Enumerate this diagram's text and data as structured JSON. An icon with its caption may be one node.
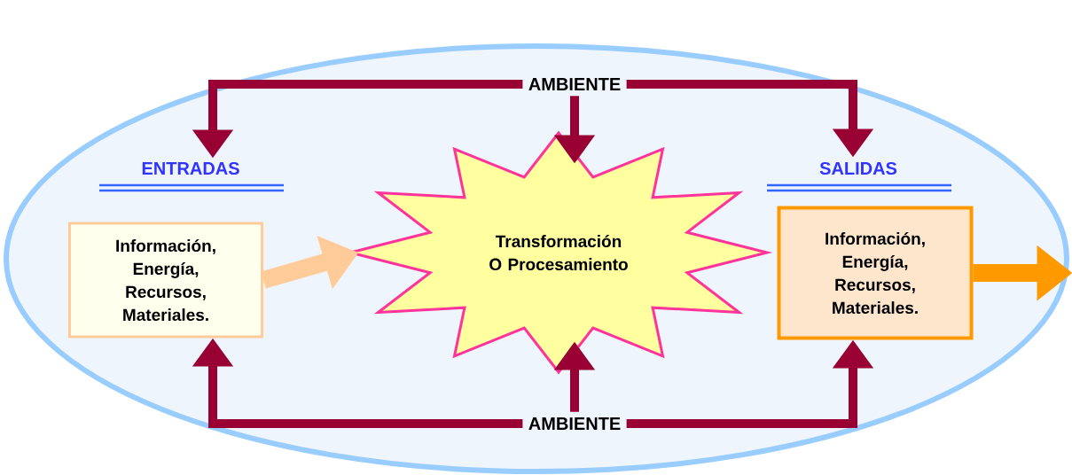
{
  "diagram": {
    "nodes": [
      {
        "text": [
          "AMBIENTE"
        ]
      },
      {
        "text": [
          "ENTRADAS",
          "Información, Energía, Recursos, Materiales."
        ]
      },
      {
        "text": [
          "Transformación O Procesamiento"
        ]
      },
      {
        "text": [
          "SALIDAS",
          "Información, Energía, Recursos, Materiales."
        ]
      },
      {
        "text": [
          "AMBIENTE"
        ]
      }
    ],
    "edges": [
      {
        "from": 0,
        "to": 1,
        "arrow": "to"
      },
      {
        "from": 0,
        "to": 2,
        "arrow": "to"
      },
      {
        "from": 0,
        "to": 3,
        "arrow": "to"
      },
      {
        "from": 4,
        "to": 1,
        "arrow": "to"
      },
      {
        "from": 4,
        "to": 2,
        "arrow": "to"
      },
      {
        "from": 4,
        "to": 3,
        "arrow": "to"
      },
      {
        "from": 1,
        "to": 2,
        "arrow": "to",
        "style": "thick",
        "color": "#ffcc99"
      },
      {
        "from": 3,
        "to": null,
        "arrow": "to",
        "style": "thick",
        "color": "#ff9900"
      }
    ]
  }
}
